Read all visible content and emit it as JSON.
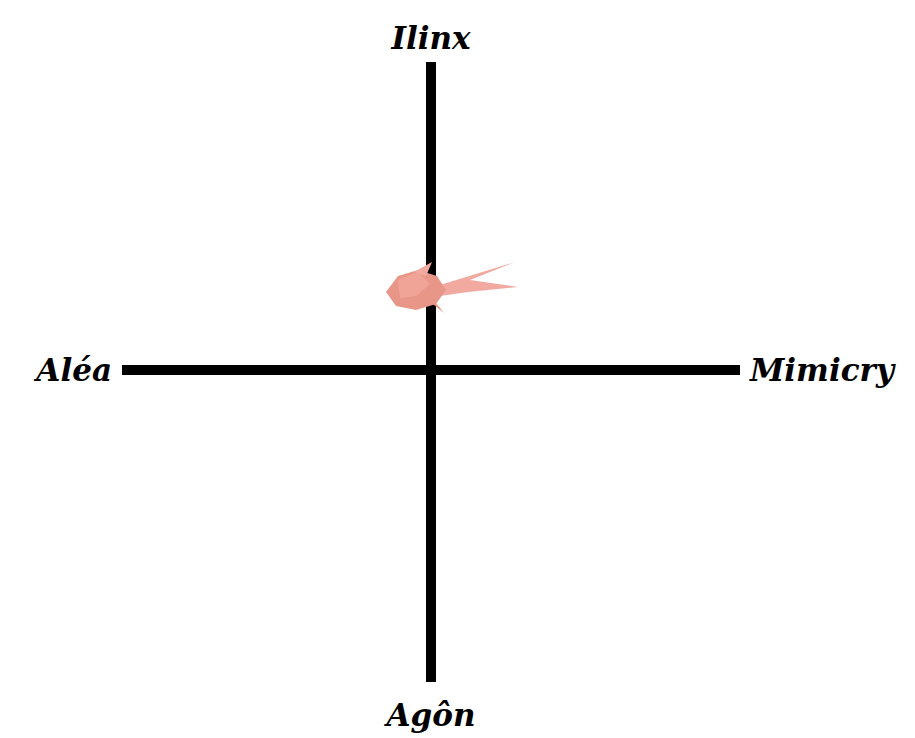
{
  "diagram": {
    "labels": [
      "Ilinx",
      "Aléa",
      "Mimicry",
      "Agôn"
    ]
  }
}
